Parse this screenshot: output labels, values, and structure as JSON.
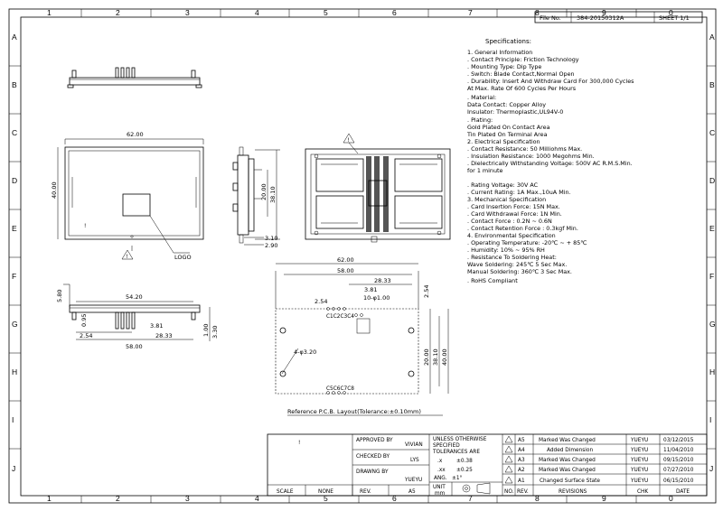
{
  "title_block": {
    "file_no_label": "File No.",
    "file_no": "384-20150312A",
    "sheet": "SHEET 1/1"
  },
  "zones": {
    "columns": [
      "1",
      "2",
      "3",
      "4",
      "5",
      "6",
      "7",
      "8",
      "9",
      "0"
    ],
    "rows": [
      "A",
      "B",
      "C",
      "D",
      "E",
      "F",
      "G",
      "H",
      "I",
      "J"
    ]
  },
  "specifications": {
    "heading": "Specifications:",
    "lines": [
      "1. General Information",
      "  . Contact Principle: Friction Technology",
      "  . Mounting Type: Dip Type",
      "  . Switch: Blade Contact,Normal Open",
      "  . Durability: Insert And Withdraw Card For 300,000 Cycles",
      "                     At Max. Rate Of 600 Cycles Per Hours",
      "  . Material:",
      "    Data Contact: Copper Alloy",
      "    Insulator: Thermoplastic,UL94V-0",
      "  . Plating:",
      "    Gold Plated On Contact Area",
      "    Tin Plated On Terminal Area",
      "2. Electrical Specification",
      "  . Contact Resistance: 50 Milliohms Max.",
      "  . Insulation Resistance: 1000 Megohms Min.",
      "  . Dielectrically Withstanding Voltage: 500V AC R.M.S.Min.",
      "                                                      for 1 minute",
      "",
      "  . Rating Voltage: 30V AC",
      "  . Current Rating: 1A Max.,10uA Min.",
      "3. Mechanical Specification",
      "  . Card Insertion Force: 15N Max.",
      "  . Card Withdrawal Force: 1N Min.",
      "  . Contact Force : 0.2N ~ 0.6N",
      "  . Contact Retention Force : 0.3kgf Min.",
      "4. Environmental Specification",
      "  . Operating Temperature: -20℃ ~ + 85℃",
      "  . Humidity: 10% ~ 95% RH",
      "  . Resistance To Soldering Heat:",
      "              Wave Soldering: 245℃ 5 Sec Max.",
      "              Manual Soldering: 360℃ 3 Sec Max.",
      "",
      ". RoHS Compliant"
    ]
  },
  "top_view_dims": {
    "width": "62.00",
    "height": "40.00",
    "logo": "LOGO"
  },
  "side_view_dims": {
    "d1": "20.00",
    "d2": "38.10",
    "d3": "3.10",
    "d4": "2.90"
  },
  "front_view_dims": {
    "d1": "5.80",
    "d2": "54.20",
    "d3": "0.95",
    "d4": "3.81",
    "d5": "2.54",
    "d6": "28.33",
    "d7": "58.00",
    "d8": "1.00",
    "d9": "3.30"
  },
  "pcb_dims": {
    "w1": "62.00",
    "w2": "58.00",
    "d3": "28.33",
    "d4": "3.81",
    "d5": "10-φ1.00",
    "d6": "2.54",
    "d7": "2.54",
    "h1": "20.00",
    "h2": "38.10",
    "h3": "40.00",
    "holes": "4-φ3.20",
    "pins_top": "C1C2C3C4",
    "pins_bottom": "C5C6C7C8"
  },
  "pcb_caption": "Reference  P.C.B. Layout(Tolerance:±0.10mm)",
  "approval": {
    "approved_by": "APPROVED BY",
    "approved_name": "VIVIAN",
    "checked_by": "CHECKED BY",
    "checked_name": "LYS",
    "drawing_by": "DRAWNG BY",
    "drawing_name": "YUEYU",
    "scale_label": "SCALE",
    "scale_value": "NONE",
    "rev_label": "REV.",
    "rev_value": "A5",
    "mark": "!"
  },
  "tolerances": {
    "heading1": "UNLESS OTHERWISE",
    "heading2": "SPECIFIED",
    "heading3": "TOLERANCES ARE",
    "x_label": ".x",
    "x_value": "±0.38",
    "xx_label": ".xx",
    "xx_value": "±0.25",
    "ang_label": "ANG.",
    "ang_value": "±1°",
    "unit_label": "UNIT",
    "unit_value": "mm"
  },
  "revisions": {
    "rows": [
      {
        "no": "A5",
        "desc": "Marked   Was Changed",
        "chk": "YUEYU",
        "date": "03/12/2015"
      },
      {
        "no": "A4",
        "desc": "Added Dimension",
        "chk": "YUEYU",
        "date": "11/04/2010"
      },
      {
        "no": "A3",
        "desc": "Marked   Was Changed",
        "chk": "YUEYU",
        "date": "09/15/2010"
      },
      {
        "no": "A2",
        "desc": "Marked   Was Changed",
        "chk": "YUEYU",
        "date": "07/27/2010"
      },
      {
        "no": "A1",
        "desc": "Changed Surface State",
        "chk": "YUEYU",
        "date": "06/15/2010"
      }
    ],
    "header_no": "NO.",
    "header_rev": "REV.",
    "header_revisions": "REVISIONS",
    "header_chk": "CHK",
    "header_date": "DATE"
  }
}
